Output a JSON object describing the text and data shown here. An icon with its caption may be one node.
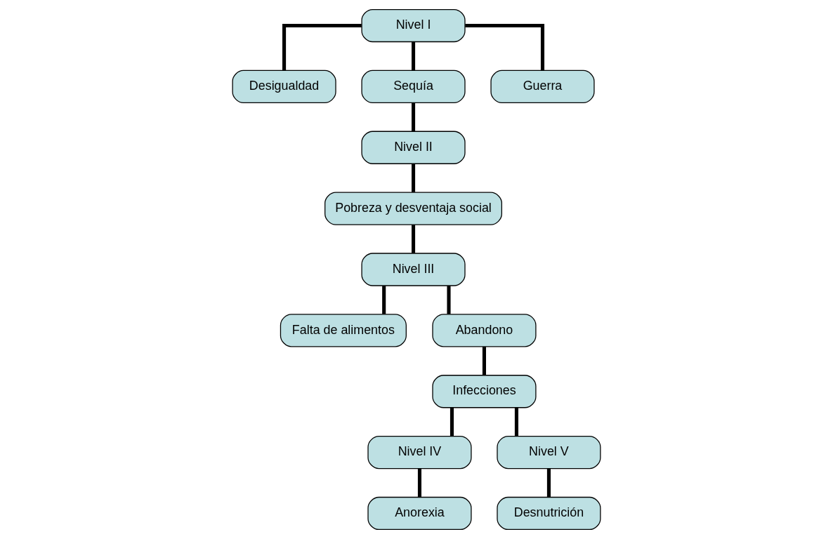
{
  "diagram": {
    "nodes": [
      {
        "text": [
          "Nivel I"
        ]
      },
      {
        "text": [
          "Desigualdad"
        ]
      },
      {
        "text": [
          "Sequía"
        ]
      },
      {
        "text": [
          "Guerra"
        ]
      },
      {
        "text": [
          "Nivel II"
        ]
      },
      {
        "text": [
          "Pobreza y desventaja social"
        ]
      },
      {
        "text": [
          "Nivel III"
        ]
      },
      {
        "text": [
          "Falta de alimentos"
        ]
      },
      {
        "text": [
          "Abandono"
        ]
      },
      {
        "text": [
          "Infecciones"
        ]
      },
      {
        "text": [
          "Nivel IV"
        ]
      },
      {
        "text": [
          "Nivel V"
        ]
      },
      {
        "text": [
          "Anorexia"
        ]
      },
      {
        "text": [
          "Desnutrición"
        ]
      }
    ],
    "edges": [
      {
        "from": 0,
        "to": 1,
        "arrow": "none"
      },
      {
        "from": 0,
        "to": 2,
        "arrow": "none"
      },
      {
        "from": 0,
        "to": 3,
        "arrow": "none"
      },
      {
        "from": 2,
        "to": 4,
        "arrow": "none"
      },
      {
        "from": 4,
        "to": 5,
        "arrow": "none"
      },
      {
        "from": 5,
        "to": 6,
        "arrow": "none"
      },
      {
        "from": 6,
        "to": 7,
        "arrow": "none"
      },
      {
        "from": 6,
        "to": 8,
        "arrow": "none"
      },
      {
        "from": 8,
        "to": 9,
        "arrow": "none"
      },
      {
        "from": 9,
        "to": 10,
        "arrow": "none"
      },
      {
        "from": 9,
        "to": 11,
        "arrow": "none"
      },
      {
        "from": 10,
        "to": 12,
        "arrow": "none"
      },
      {
        "from": 11,
        "to": 13,
        "arrow": "none"
      }
    ]
  }
}
